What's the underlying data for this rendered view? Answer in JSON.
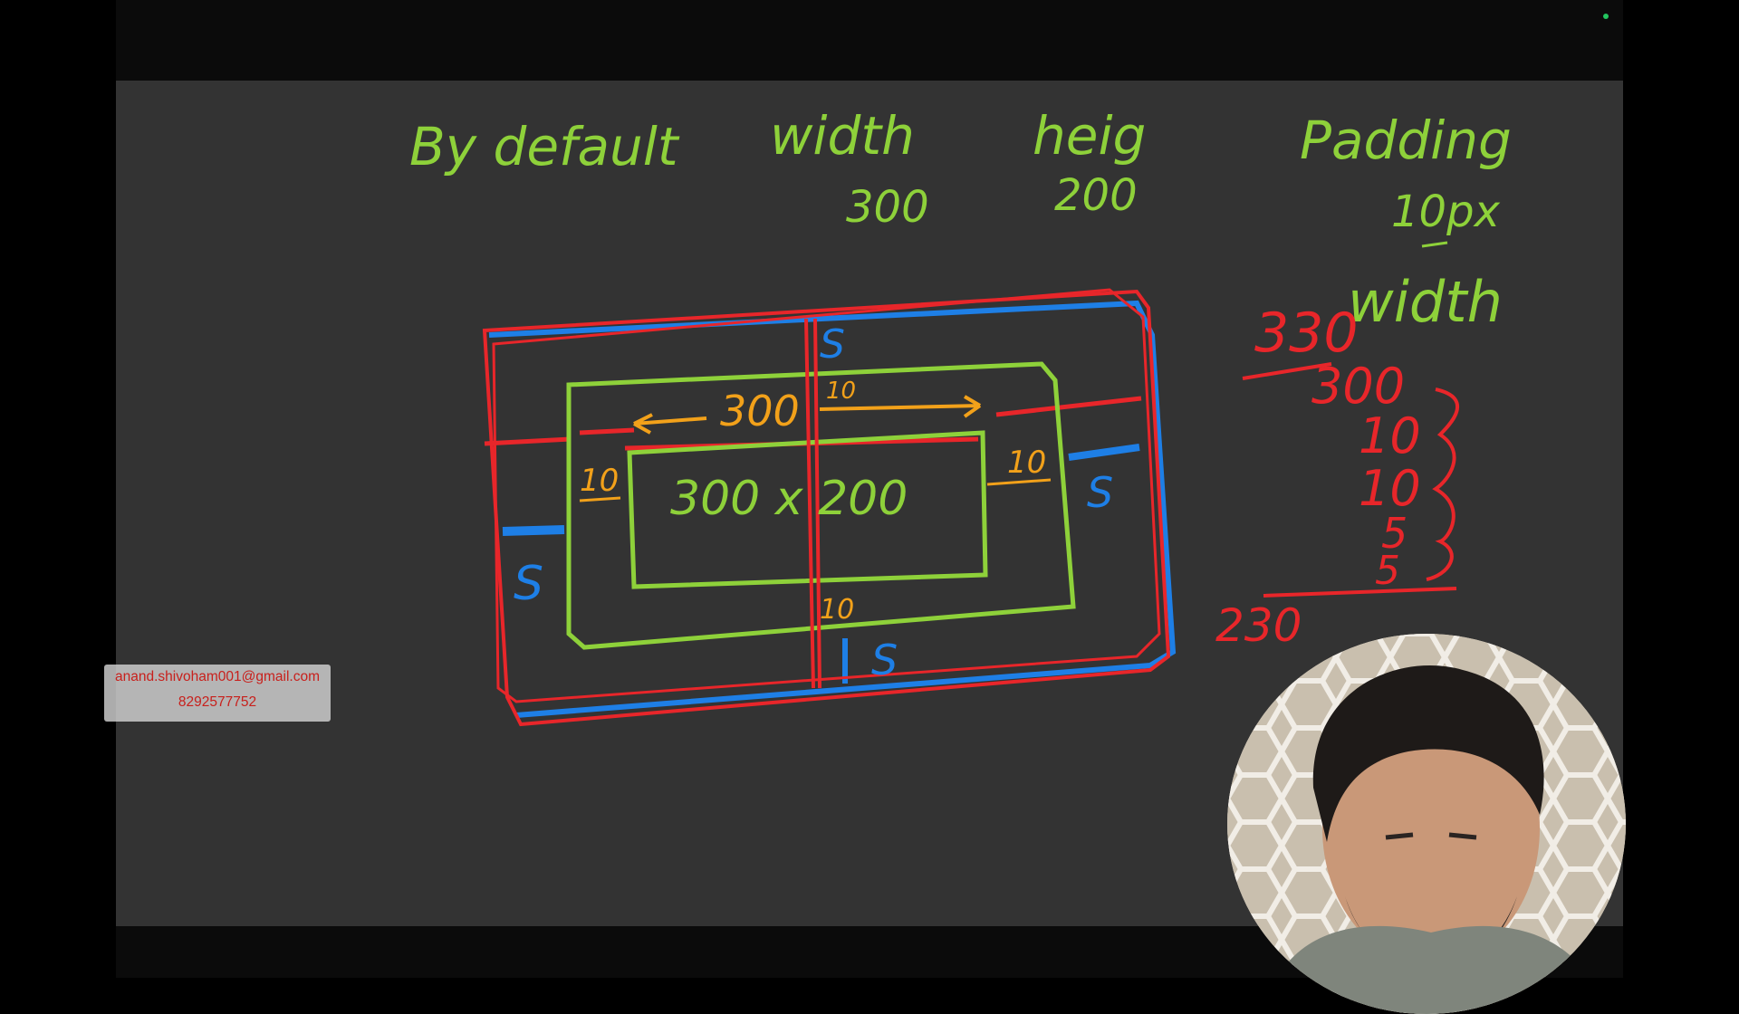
{
  "board": {
    "heading_default": "By default",
    "heading_width": "width",
    "heading_height": "heig",
    "heading_padding": "Padding",
    "value_width": "300",
    "value_height": "200",
    "value_padding": "10px",
    "side_label": "width"
  },
  "diagram": {
    "label_top_s": "S",
    "label_left_s": "S",
    "label_right_s": "S",
    "label_bottom_s": "S",
    "label_inner_top_10": "10",
    "label_inner_left_10": "10",
    "label_inner_right_10": "10",
    "label_inner_bottom_10": "10",
    "label_arrow_300": "300",
    "label_content": "300 x 200"
  },
  "calculation": {
    "total_top": "330",
    "terms": [
      "300",
      "10",
      "10",
      "5",
      "5"
    ],
    "result": "230"
  },
  "watermark": {
    "email": "anand.shivoham001@gmail.com",
    "phone": "8292577752"
  },
  "colors": {
    "board": "#333333",
    "chalk_green": "#8ed13a",
    "chalk_red": "#e8262a",
    "chalk_blue": "#1e7fe6",
    "chalk_orange": "#f2a11a"
  }
}
